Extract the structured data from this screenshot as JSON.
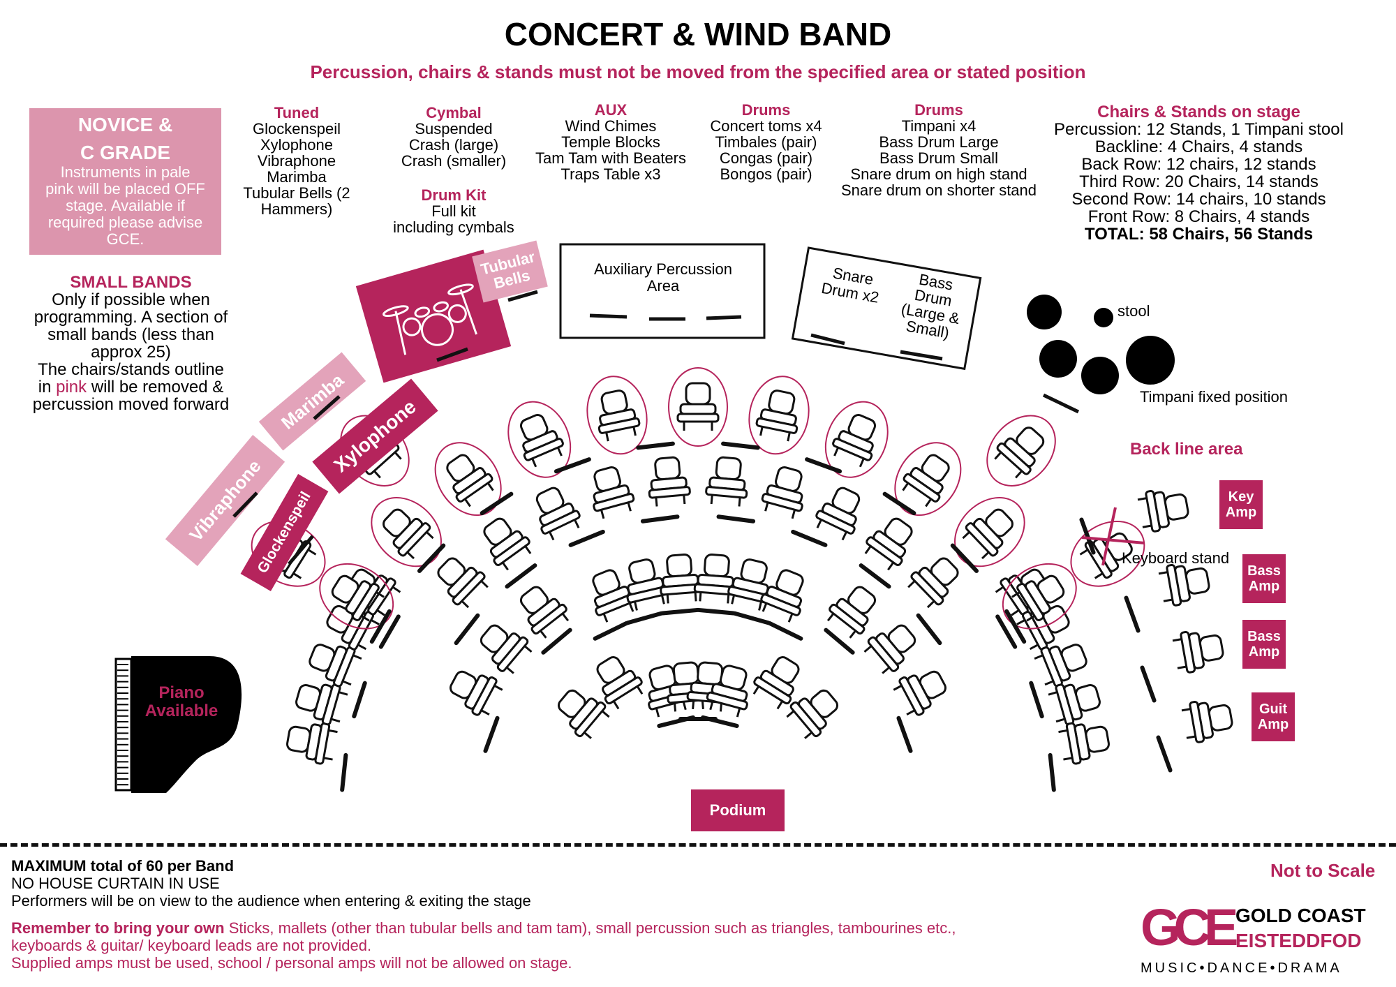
{
  "title": "CONCERT & WIND BAND",
  "subtitle": "Percussion, chairs & stands must not be moved from the specified area or stated position",
  "novice": {
    "heading_1": "NOVICE &",
    "heading_2": "C GRADE",
    "text_1": "Instruments in pale",
    "text_2": "pink will be placed OFF",
    "text_3": "stage. Available if",
    "text_4": "required please advise",
    "text_5": "GCE."
  },
  "small_bands": {
    "heading": "SMALL BANDS",
    "line_1": "Only if possible when",
    "line_2": "programming. A section of",
    "line_3": "small bands (less than",
    "line_4": "approx 25)",
    "line_5": "The chairs/stands outline",
    "line_6_pre": "in ",
    "line_6_pink": "pink",
    "line_6_post": " will be removed &",
    "line_7": "percussion moved forward"
  },
  "tuned": {
    "heading": "Tuned",
    "items": [
      "Glockenspeil",
      "Xylophone",
      "Vibraphone",
      "Marimba",
      "Tubular Bells (2",
      "Hammers)"
    ]
  },
  "cymbal": {
    "heading": "Cymbal",
    "items": [
      "Suspended",
      "Crash (large)",
      "Crash (smaller)"
    ]
  },
  "drum_kit": {
    "heading": "Drum Kit",
    "items": [
      "Full kit",
      "including cymbals"
    ]
  },
  "aux": {
    "heading": "AUX",
    "items": [
      "Wind Chimes",
      "Temple Blocks",
      "Tam Tam with Beaters",
      "Traps Table x3"
    ]
  },
  "drums_1": {
    "heading": "Drums",
    "items": [
      "Concert toms x4",
      "Timbales (pair)",
      "Congas (pair)",
      "Bongos (pair)"
    ]
  },
  "drums_2": {
    "heading": "Drums",
    "items": [
      "Timpani x4",
      "Bass Drum Large",
      "Bass Drum Small",
      "Snare drum on high stand",
      "Snare drum on shorter stand"
    ]
  },
  "chairs_stands": {
    "heading": "Chairs & Stands on stage",
    "items": [
      "Percussion: 12 Stands, 1 Timpani stool",
      "Backline: 4 Chairs, 4 stands",
      "Back Row: 12 chairs, 12 stands",
      "Third Row: 20 Chairs, 14 stands",
      "Second Row: 14 chairs, 10 stands",
      "Front Row: 8 Chairs, 4 stands"
    ],
    "total": "TOTAL: 58 Chairs, 56 Stands"
  },
  "stage": {
    "aux_area_1": "Auxiliary Percussion",
    "aux_area_2": "Area",
    "snare_1": "Snare",
    "snare_2": "Drum x2",
    "bass_1": "Bass",
    "bass_2": "Drum",
    "bass_3": "(Large &",
    "bass_4": "Small)",
    "tubular_1": "Tubular",
    "tubular_2": "Bells",
    "marimba": "Marimba",
    "xylophone": "Xylophone",
    "vibraphone": "Vibraphone",
    "glockenspeil": "Glockenspeil",
    "stool": "stool",
    "timpani_label": "Timpani fixed position",
    "back_line": "Back line area",
    "key_amp_1": "Key",
    "key_amp_2": "Amp",
    "bass_amp_1": "Bass",
    "bass_amp_2": "Amp",
    "bass_amp2_1": "Bass",
    "bass_amp2_2": "Amp",
    "guit_amp_1": "Guit",
    "guit_amp_2": "Amp",
    "keyboard_stand": "Keyboard stand",
    "piano_1": "Piano",
    "piano_2": "Available",
    "podium": "Podium"
  },
  "footer": {
    "max": "MAXIMUM total of 60 per Band",
    "curtain": "NO HOUSE CURTAIN IN USE",
    "performers": "Performers will be on view to the audience when entering & exiting the stage",
    "remember_bold": "Remember to bring your own",
    "remember_rest": " Sticks, mallets (other than tubular bells and tam tam), small percussion such as triangles, tambourines etc.,",
    "remember_2": "keyboards & guitar/ keyboard leads are not provided.",
    "remember_3": "Supplied amps must be used, school / personal amps will not be allowed on stage.",
    "not_to_scale": "Not to Scale"
  },
  "logo": {
    "letters": "GCE",
    "line_1": "GOLD COAST",
    "line_2": "EISTEDDFOD",
    "tagline": "MUSIC•DANCE•DRAMA"
  },
  "colors": {
    "magenta": "#b5245c",
    "pale_pink": "#e3a3ba",
    "novice_pink": "#dc95ad"
  }
}
